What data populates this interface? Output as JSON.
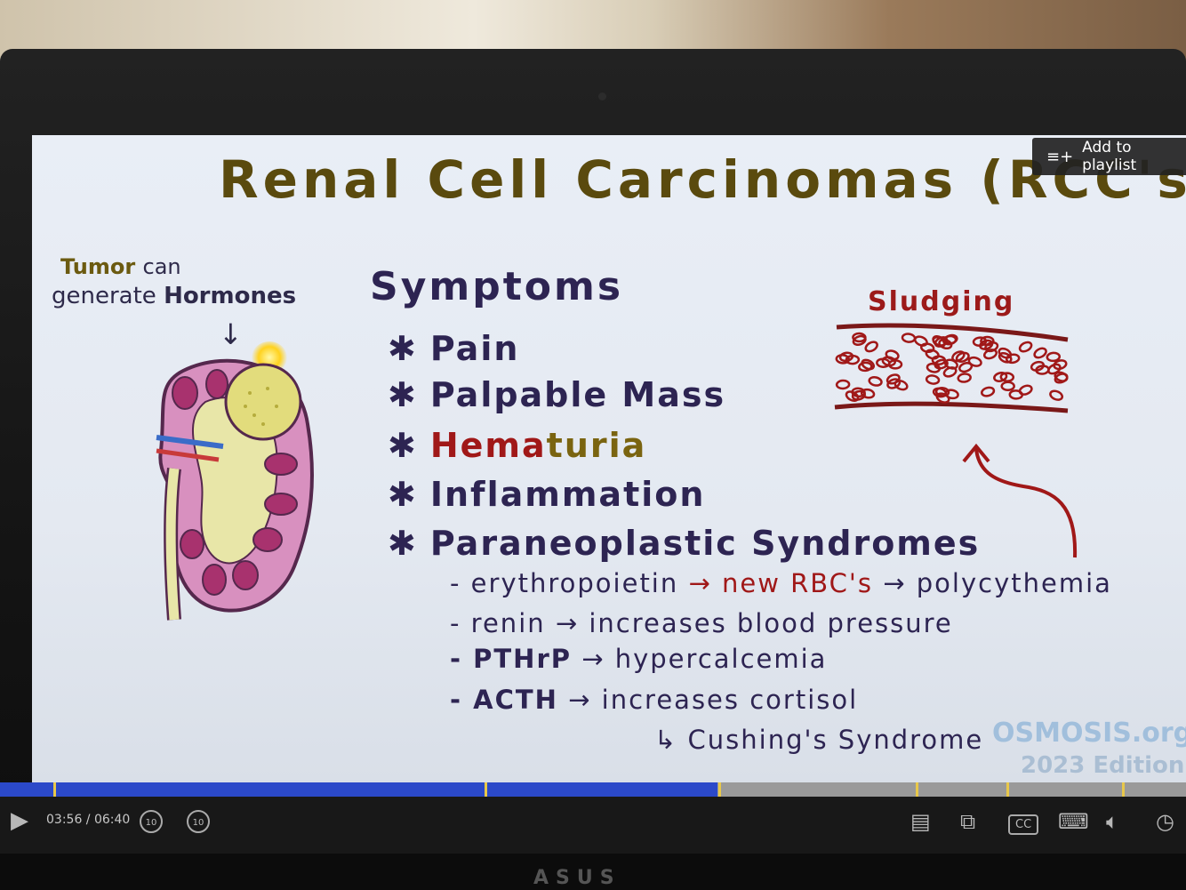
{
  "slide": {
    "title": "Renal Cell Carcinomas (RCC's)",
    "tumor_label_1": "Tumor",
    "tumor_label_2": "can",
    "generate_label_1": "generate",
    "generate_label_2": "Hormones",
    "symptoms_header": "Symptoms",
    "bullets": [
      "Pain",
      "Palpable Mass",
      "Hematuria",
      "Inflammation",
      "Paraneoplastic Syndromes"
    ],
    "hematuria_part1": "Hema",
    "hematuria_part2": "turia",
    "sub_items": {
      "epo_a": "- erythropoietin",
      "epo_b": "→ new RBC's",
      "epo_c": "→ polycythemia",
      "renin": "- renin → increases blood pressure",
      "pthrp_a": "- PTHrP",
      "pthrp_b": "→ hypercalcemia",
      "acth_a": "- ACTH",
      "acth_b": "→ increases cortisol",
      "cushing": "↳ Cushing's Syndrome"
    },
    "sludging_label": "Sludging",
    "watermark": "OSMOSIS.org",
    "edition": "2023 Edition"
  },
  "overlay": {
    "add_to_playlist": "Add to playlist",
    "playlist_icon": "playlist-add-icon"
  },
  "player": {
    "time_current": "03:56",
    "time_total": "06:40",
    "time_display": "03:56 / 06:40",
    "progress": 0.605,
    "skip_back_label": "10",
    "skip_forward_label": "10",
    "cc_label": "CC",
    "icons": [
      "play-icon",
      "rewind-10-icon",
      "forward-10-icon",
      "transcript-icon",
      "pip-icon",
      "cc-icon",
      "keyboard-icon",
      "volume-icon",
      "speed-icon"
    ],
    "accent": "#2b49c9"
  },
  "device": {
    "brand": "ASUS"
  }
}
